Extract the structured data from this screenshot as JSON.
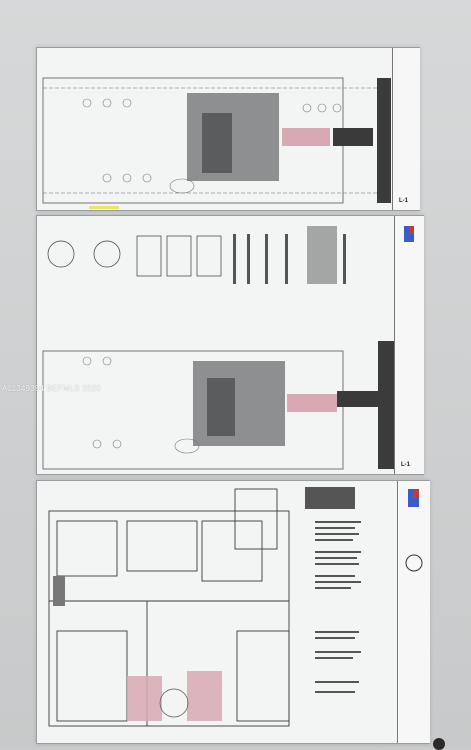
{
  "watermark": {
    "text": "A11349394 BEFMLS 2020"
  },
  "sheets": [
    {
      "sheet_number": "L-1"
    },
    {
      "sheet_number": "L-1"
    },
    {
      "sheet_number": ""
    }
  ],
  "colors": {
    "paper": "#f3f4f4",
    "line": "#3a3a3a",
    "hatch": "#7b7d7e",
    "accent_pink": "#d9a9b3",
    "accent_blue": "#3a5cc7",
    "accent_red": "#c63a3a"
  }
}
